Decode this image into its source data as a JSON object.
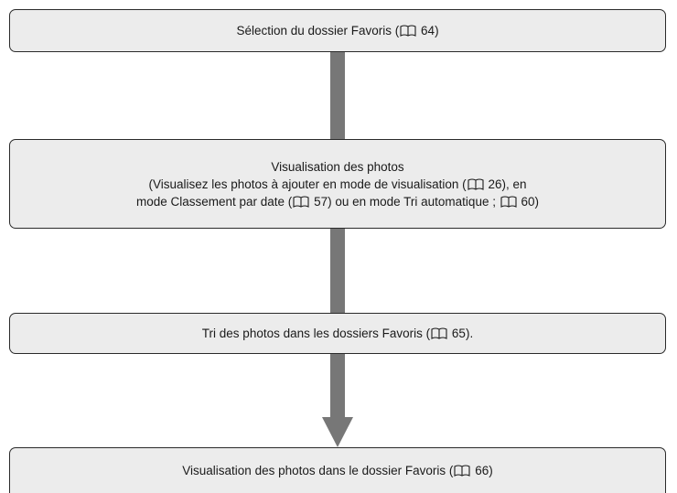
{
  "flowchart": {
    "steps": [
      {
        "text_before": "Sélection du dossier Favoris (",
        "page": "64",
        "text_after": ")"
      },
      {
        "title": "Visualisation des photos",
        "line2_before": "(Visualisez les photos à ajouter en mode de visualisation (",
        "line2_page": "26",
        "line2_after": "), en",
        "line3_before": "mode Classement par date (",
        "line3_page1": "57",
        "line3_mid": ") ou en mode Tri automatique ;",
        "line3_page2": "60",
        "line3_after": ")"
      },
      {
        "text_before": "Tri des photos dans les dossiers Favoris (",
        "page": "65",
        "text_after": ")."
      },
      {
        "text_before": "Visualisation des photos dans le dossier Favoris (",
        "page": "66",
        "text_after": ")"
      }
    ],
    "page_reference_icon": "open-book-icon",
    "colors": {
      "box_fill": "#ececec",
      "box_border": "#2a2a2a",
      "connector": "#777777"
    }
  }
}
